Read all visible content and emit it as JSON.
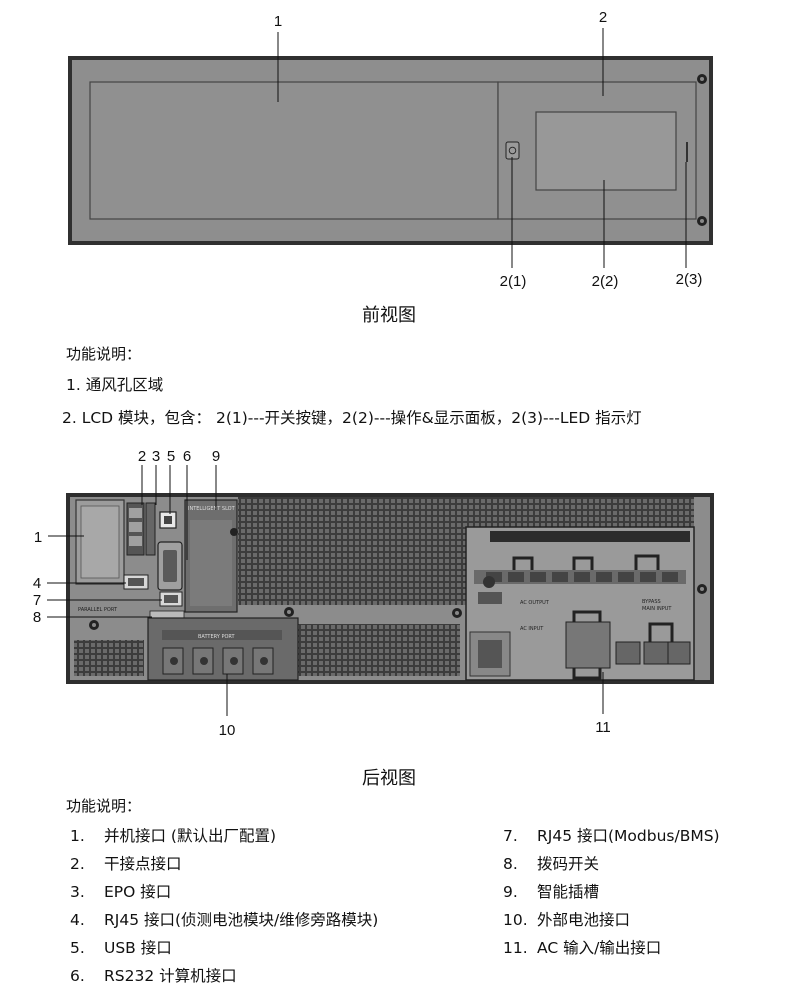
{
  "front": {
    "callouts": {
      "c1": "1",
      "c2": "2",
      "c2_1": "2(1)",
      "c2_2": "2(2)",
      "c2_3": "2(3)"
    },
    "caption": "前视图",
    "heading": "功能说明：",
    "line1": "1.  通风孔区域",
    "line2": "2. LCD 模块，包含：   2(1)---开关按键，2(2)---操作&显示面板，2(3)---LED 指示灯"
  },
  "rear": {
    "callouts": {
      "c1": "1",
      "c2": "2",
      "c3": "3",
      "c4": "4",
      "c5": "5",
      "c6": "6",
      "c7": "7",
      "c8": "8",
      "c9": "9",
      "c10": "10",
      "c11": "11"
    },
    "panel_labels": {
      "intelligent_slot": "INTELLIGENT SLOT",
      "parallel_port": "PARALLEL PORT",
      "battery_port": "BATTERY PORT",
      "ac_output": "AC OUTPUT",
      "ac_input": "AC INPUT",
      "bypass": "BYPASS",
      "main_input": "MAIN INPUT"
    },
    "caption": "后视图",
    "heading": "功能说明：",
    "items_left": [
      {
        "num": "1.",
        "text": "并机接口 (默认出厂配置)"
      },
      {
        "num": "2.",
        "text": "干接点接口"
      },
      {
        "num": "3.",
        "text": "EPO 接口"
      },
      {
        "num": "4.",
        "text": "RJ45 接口(侦测电池模块/维修旁路模块)"
      },
      {
        "num": "5.",
        "text": "USB 接口"
      },
      {
        "num": "6.",
        "text": "RS232 计算机接口"
      }
    ],
    "items_right": [
      {
        "num": "7.",
        "text": "RJ45 接口(Modbus/BMS)"
      },
      {
        "num": "8.",
        "text": "拨码开关"
      },
      {
        "num": "9.",
        "text": "智能插槽"
      },
      {
        "num": "10.",
        "text": "外部电池接口"
      },
      {
        "num": "11.",
        "text": "AC 输入/输出接口"
      }
    ]
  }
}
